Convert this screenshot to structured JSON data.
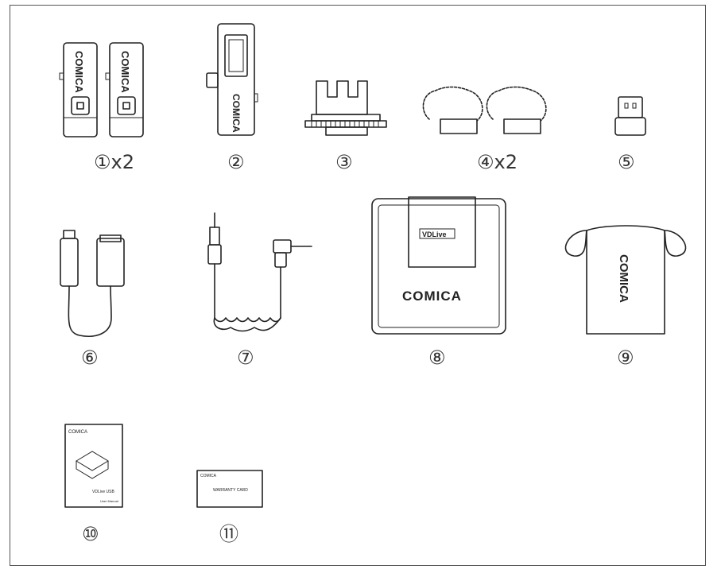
{
  "brand": "COMICA",
  "items": [
    {
      "label": "①x2"
    },
    {
      "label": "②"
    },
    {
      "label": "③"
    },
    {
      "label": "④x2"
    },
    {
      "label": "⑤"
    },
    {
      "label": "⑥"
    },
    {
      "label": "⑦"
    },
    {
      "label": "⑧"
    },
    {
      "label": "⑨"
    },
    {
      "label": "⑩"
    },
    {
      "label": "⑪"
    }
  ],
  "case_badge": "VDLive",
  "manual": {
    "brand": "COMICA",
    "model": "VDLive USB",
    "footer": "User Manual"
  },
  "warranty": {
    "brand": "COMICA",
    "title": "WARRANTY CARD"
  }
}
